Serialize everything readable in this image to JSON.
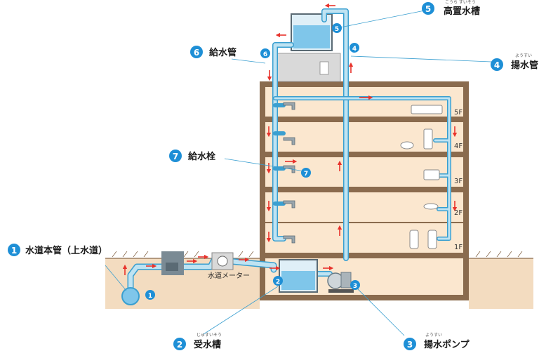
{
  "labels": {
    "l1": {
      "num": "1",
      "text": "水道本管（上水道）",
      "ruby": ""
    },
    "l2": {
      "num": "2",
      "text": "受水槽",
      "ruby": "じゅすいそう"
    },
    "l3": {
      "num": "3",
      "text": "揚水ポンプ",
      "ruby": "ようすい"
    },
    "l4": {
      "num": "4",
      "text": "揚水管",
      "ruby": "ようすい"
    },
    "l5": {
      "num": "5",
      "text": "高置水槽",
      "ruby": "こうち すいそう"
    },
    "l6": {
      "num": "6",
      "text": "給水管",
      "ruby": ""
    },
    "l7": {
      "num": "7",
      "text": "給水栓",
      "ruby": ""
    }
  },
  "meter_label": "水道メーター",
  "floors": [
    "5F",
    "4F",
    "3F",
    "2F",
    "1F"
  ],
  "colors": {
    "badge": "#1e8fd6",
    "pipe_fill": "#bfe3f2",
    "pipe_edge": "#3a9fd0",
    "water": "#7fc6ea",
    "building_wall": "#8a6b4e",
    "room": "#fbe7cf",
    "ground": "#f3dcc0",
    "flow_arrow": "#e8322b",
    "leader_line": "#3a9fd0"
  }
}
